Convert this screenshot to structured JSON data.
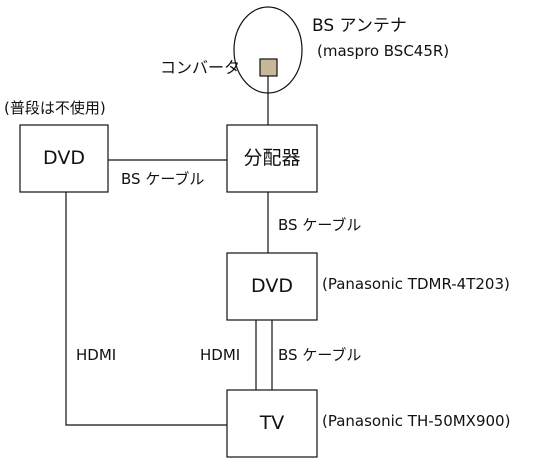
{
  "antenna": {
    "label": "BS アンテナ",
    "model": "(maspro BSC45R)",
    "converter_label": "コンバータ",
    "converter_color": "#c8b89a"
  },
  "splitter": {
    "label": "分配器"
  },
  "dvd_unused": {
    "label": "DVD",
    "note": "(普段は不使用)"
  },
  "dvd_main": {
    "label": "DVD",
    "model": "(Panasonic TDMR-4T203)"
  },
  "tv": {
    "label": "TV",
    "model": "(Panasonic TH-50MX900)"
  },
  "connections": {
    "dvd_unused_to_splitter": "BS ケーブル",
    "splitter_to_dvd": "BS ケーブル",
    "dvd_to_tv_hdmi": "HDMI",
    "dvd_to_tv_bs": "BS ケーブル",
    "dvd_unused_to_tv": "HDMI"
  }
}
